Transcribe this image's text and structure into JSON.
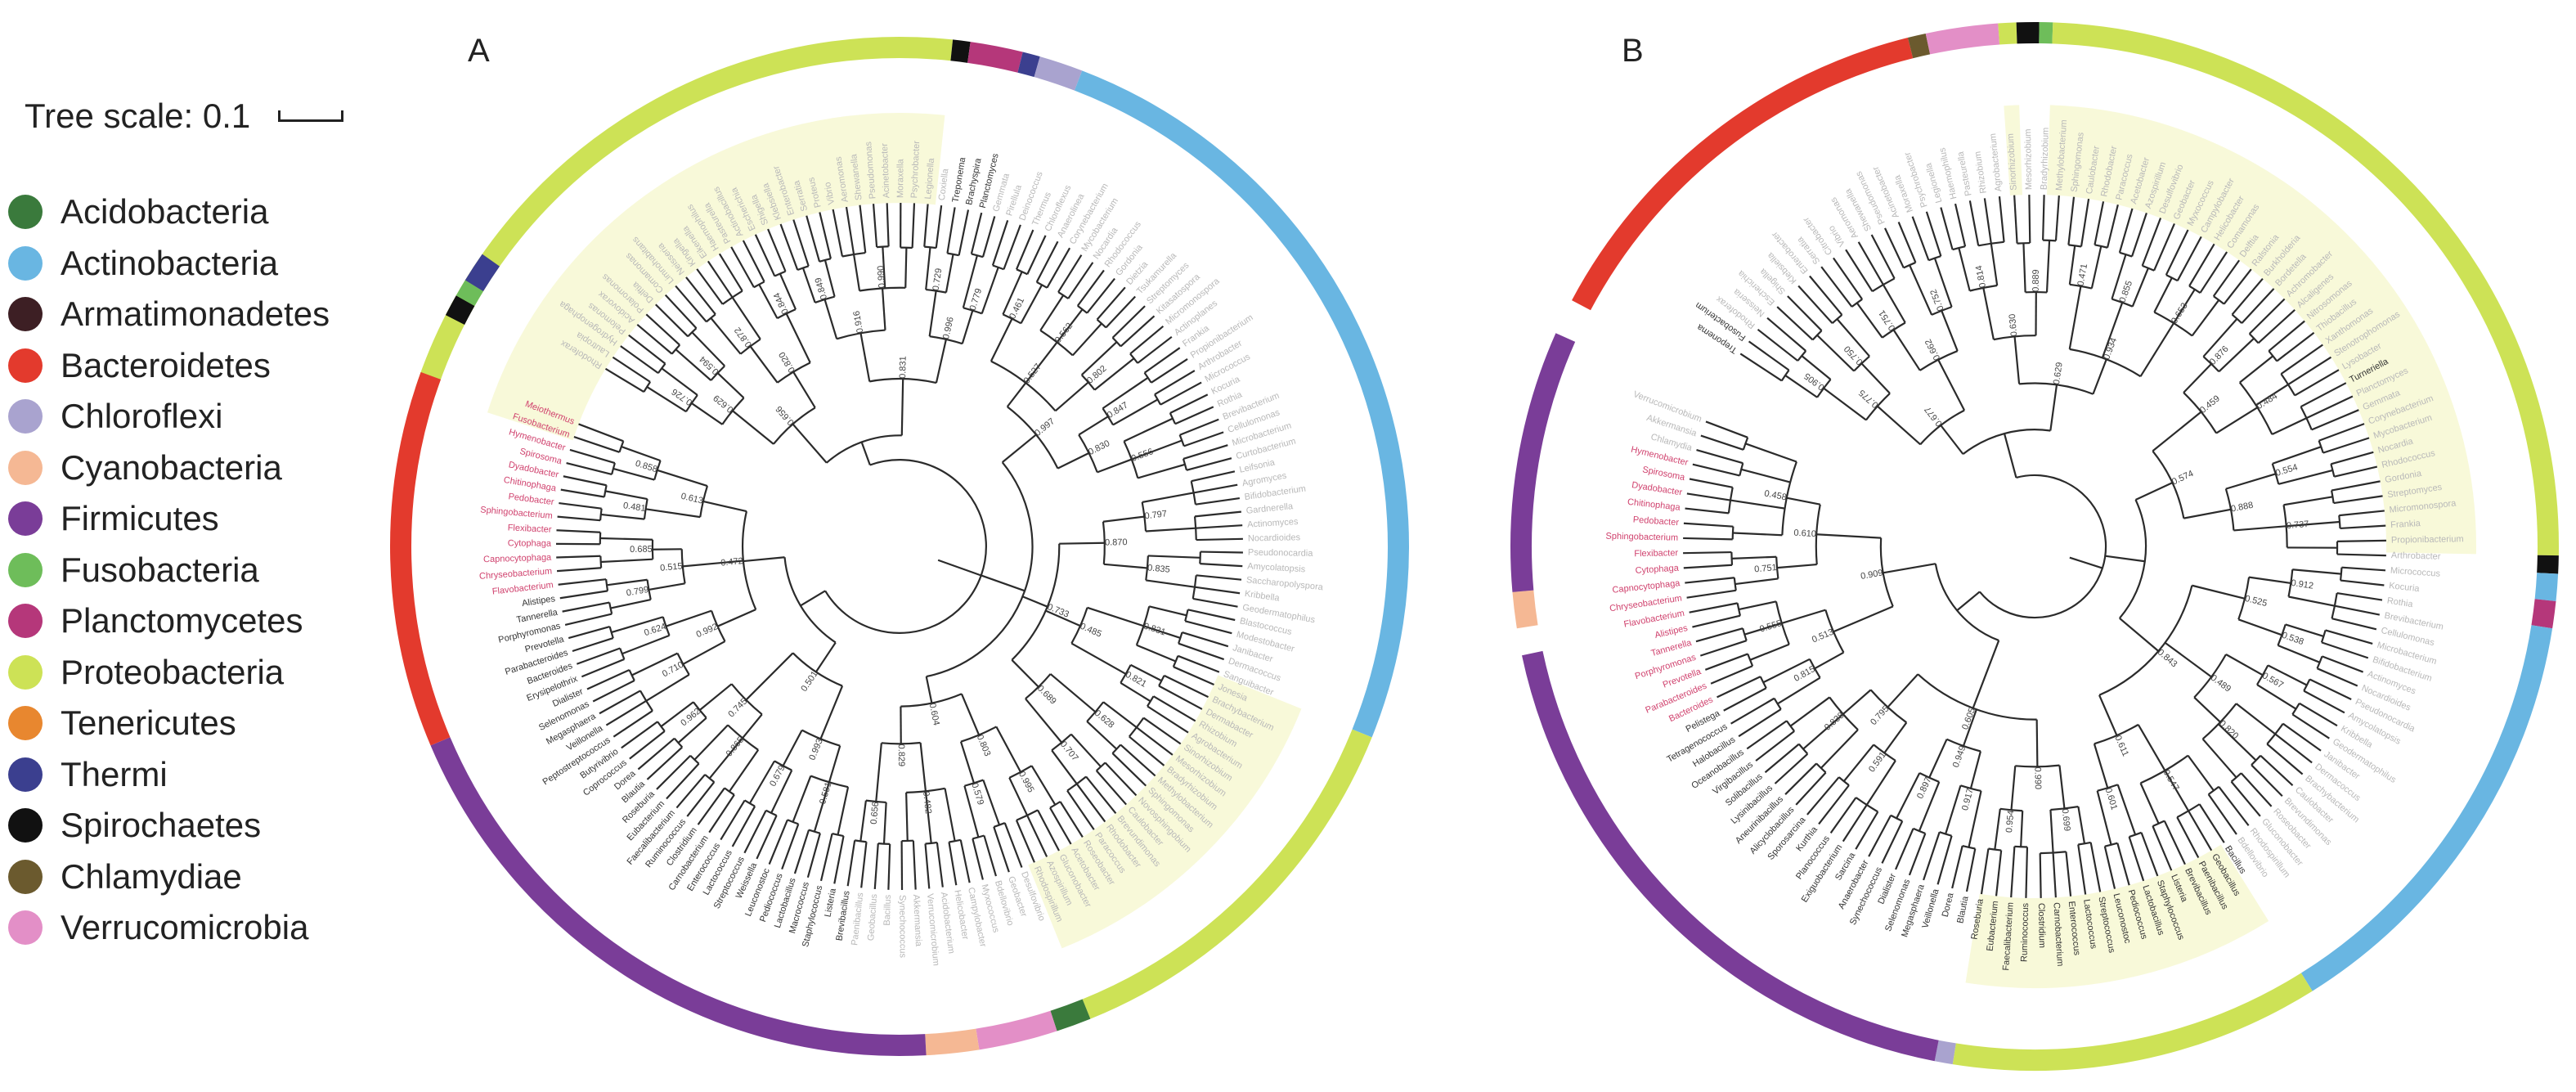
{
  "figure": {
    "tree_scale_label": "Tree scale: 0.1",
    "panels": [
      {
        "letter": "A",
        "ring": [
          {
            "phylum": "Proteobacteria",
            "color": "#cde256",
            "from": -72,
            "to": 6
          },
          {
            "phylum": "Spirochaetes",
            "color": "#111111",
            "from": 6,
            "to": 8
          },
          {
            "phylum": "Planctomycetes",
            "color": "#b5377a",
            "from": 8,
            "to": 14
          },
          {
            "phylum": "Thermi",
            "color": "#3b3f8f",
            "from": 14,
            "to": 16
          },
          {
            "phylum": "Chloroflexi",
            "color": "#a9a3cf",
            "from": 16,
            "to": 21
          },
          {
            "phylum": "Actinobacteria",
            "color": "#69b6e2",
            "from": 21,
            "to": 112
          },
          {
            "phylum": "Proteobacteria",
            "color": "#cde256",
            "from": 112,
            "to": 158
          },
          {
            "phylum": "Acidobacteria",
            "color": "#3a7a3c",
            "from": 158,
            "to": 162
          },
          {
            "phylum": "Verrucomicrobia",
            "color": "#e38fc7",
            "from": 162,
            "to": 171
          },
          {
            "phylum": "Cyanobacteria",
            "color": "#f5b894",
            "from": 171,
            "to": 177
          },
          {
            "phylum": "Firmicutes",
            "color": "#7a3d98",
            "from": 177,
            "to": 247
          },
          {
            "phylum": "Bacteroidetes",
            "color": "#e33a2d",
            "from": 247,
            "to": 290
          },
          {
            "phylum": "Spirochaetes",
            "color": "#111111",
            "from": 297,
            "to": 299.5
          },
          {
            "phylum": "Fusobacteria",
            "color": "#6ebd5a",
            "from": 299.5,
            "to": 301.5
          },
          {
            "phylum": "Thermi",
            "color": "#3b3f8f",
            "from": 301.5,
            "to": 305
          }
        ],
        "tip_labels": [
          "Rhodoferax",
          "Lautropia",
          "Hydrogenophaga",
          "Pelomonas",
          "Acidovorax",
          "Polaromonas",
          "Delftia",
          "Comamonas",
          "Limnohabitans",
          "Neisseria",
          "Kingella",
          "Eikenella",
          "Haemophilus",
          "Pasteurella",
          "Actinobacillus",
          "Escherichia",
          "Shigella",
          "Klebsiella",
          "Enterobacter",
          "Serratia",
          "Proteus",
          "Vibrio",
          "Aeromonas",
          "Shewanella",
          "Pseudomonas",
          "Acinetobacter",
          "Moraxella",
          "Psychrobacter",
          "Legionella",
          "Coxiella",
          "Treponema",
          "Brachyspira",
          "Planctomyces",
          "Gemmata",
          "Pirellula",
          "Deinococcus",
          "Thermus",
          "Chloroflexus",
          "Anaerolinea",
          "Corynebacterium",
          "Mycobacterium",
          "Nocardia",
          "Rhodococcus",
          "Gordonia",
          "Dietzia",
          "Tsukamurella",
          "Streptomyces",
          "Kitasatospora",
          "Micromonospora",
          "Actinoplanes",
          "Frankia",
          "Propionibacterium",
          "Arthrobacter",
          "Micrococcus",
          "Kocuria",
          "Rothia",
          "Brevibacterium",
          "Cellulomonas",
          "Microbacterium",
          "Curtobacterium",
          "Leifsonia",
          "Agromyces",
          "Bifidobacterium",
          "Gardnerella",
          "Actinomyces",
          "Nocardioides",
          "Pseudonocardia",
          "Amycolatopsis",
          "Saccharopolyspora",
          "Kribbella",
          "Geodermatophilus",
          "Blastococcus",
          "Modestobacter",
          "Janibacter",
          "Dermacoccus",
          "Sanguibacter",
          "Jonesia",
          "Brachybacterium",
          "Dermabacter",
          "Rhizobium",
          "Agrobacterium",
          "Sinorhizobium",
          "Mesorhizobium",
          "Bradyrhizobium",
          "Methylobacterium",
          "Sphingomonas",
          "Novosphingobium",
          "Caulobacter",
          "Brevundimonas",
          "Rhodobacter",
          "Paracoccus",
          "Roseobacter",
          "Acetobacter",
          "Gluconobacter",
          "Azospirillum",
          "Rhodospirillum",
          "Desulfovibrio",
          "Geobacter",
          "Bdellovibrio",
          "Myxococcus",
          "Campylobacter",
          "Helicobacter",
          "Acidobacterium",
          "Verrucomicrobium",
          "Akkermansia",
          "Synechococcus",
          "Bacillus",
          "Geobacillus",
          "Paenibacillus",
          "Brevibacillus",
          "Listeria",
          "Staphylococcus",
          "Macrococcus",
          "Lactobacillus",
          "Pediococcus",
          "Leuconostoc",
          "Weissella",
          "Streptococcus",
          "Lactococcus",
          "Enterococcus",
          "Carnobacterium",
          "Clostridium",
          "Ruminococcus",
          "Faecalibacterium",
          "Eubacterium",
          "Roseburia",
          "Blautia",
          "Dorea",
          "Coprococcus",
          "Butyrivibrio",
          "Peptostreptococcus",
          "Veillonella",
          "Megasphaera",
          "Selenomonas",
          "Dialister",
          "Erysipelothrix",
          "Bacteroides",
          "Parabacteroides",
          "Prevotella",
          "Porphyromonas",
          "Tannerella",
          "Alistipes",
          "Flavobacterium",
          "Chryseobacterium",
          "Capnocytophaga",
          "Cytophaga",
          "Flexibacter",
          "Sphingobacterium",
          "Pedobacter",
          "Chitinophaga",
          "Dyadobacter",
          "Spirosoma",
          "Hymenobacter",
          "Fusobacterium",
          "Meiothermus"
        ],
        "tip_label_colors": [
          {
            "from": 0,
            "to": 30,
            "color": "#b8b8b8"
          },
          {
            "from": 30,
            "to": 33,
            "color": "#333333"
          },
          {
            "from": 33,
            "to": 109,
            "color": "#b8b8b8"
          },
          {
            "from": 109,
            "to": 142,
            "color": "#333333"
          },
          {
            "from": 142,
            "to": 160,
            "color": "#d0426e"
          },
          {
            "from": 160,
            "to": 164,
            "color": "#333333"
          }
        ]
      },
      {
        "letter": "B",
        "ring": [
          {
            "phylum": "Bacteroidetes",
            "color": "#e33a2d",
            "from": -62,
            "to": -14
          },
          {
            "phylum": "Chlamydiae",
            "color": "#6b5a2e",
            "from": -14,
            "to": -12
          },
          {
            "phylum": "Verrucomicrobia",
            "color": "#e38fc7",
            "from": -12,
            "to": -4
          },
          {
            "phylum": "Proteobacteria",
            "color": "#cde256",
            "from": -4,
            "to": -2
          },
          {
            "phylum": "Spirochaetes",
            "color": "#111111",
            "from": -2,
            "to": 0.5
          },
          {
            "phylum": "Fusobacteria",
            "color": "#6ebd5a",
            "from": 0.5,
            "to": 2
          },
          {
            "phylum": "Proteobacteria",
            "color": "#cde256",
            "from": 2,
            "to": 91
          },
          {
            "phylum": "Spirochaetes",
            "color": "#111111",
            "from": 91,
            "to": 93
          },
          {
            "phylum": "Actinobacteria",
            "color": "#69b6e2",
            "from": 93,
            "to": 96
          },
          {
            "phylum": "Planctomycetes",
            "color": "#b5377a",
            "from": 96,
            "to": 99
          },
          {
            "phylum": "Actinobacteria",
            "color": "#69b6e2",
            "from": 99,
            "to": 148
          },
          {
            "phylum": "Proteobacteria",
            "color": "#cde256",
            "from": 148,
            "to": 189
          },
          {
            "phylum": "Chloroflexi",
            "color": "#a9a3cf",
            "from": 189,
            "to": 191
          },
          {
            "phylum": "Firmicutes",
            "color": "#7a3d98",
            "from": 191,
            "to": 258
          },
          {
            "phylum": "Cyanobacteria",
            "color": "#f5b894",
            "from": 261,
            "to": 265
          },
          {
            "phylum": "Firmicutes",
            "color": "#7a3d98",
            "from": 265,
            "to": 294
          }
        ],
        "tip_labels": [
          "Treponema",
          "Fusobacterium",
          "Rhodoferax",
          "Neisseria",
          "Escherichia",
          "Shigella",
          "Klebsiella",
          "Enterobacter",
          "Serratia",
          "Citrobacter",
          "Vibrio",
          "Aeromonas",
          "Shewanella",
          "Pseudomonas",
          "Acinetobacter",
          "Moraxella",
          "Psychrobacter",
          "Legionella",
          "Haemophilus",
          "Pasteurella",
          "Rhizobium",
          "Agrobacterium",
          "Sinorhizobium",
          "Mesorhizobium",
          "Bradyrhizobium",
          "Methylobacterium",
          "Sphingomonas",
          "Caulobacter",
          "Rhodobacter",
          "Paracoccus",
          "Acetobacter",
          "Azospirillum",
          "Desulfovibrio",
          "Geobacter",
          "Myxococcus",
          "Campylobacter",
          "Helicobacter",
          "Comamonas",
          "Delftia",
          "Ralstonia",
          "Burkholderia",
          "Bordetella",
          "Achromobacter",
          "Alcaligenes",
          "Nitrosomonas",
          "Thiobacillus",
          "Xanthomonas",
          "Stenotrophomonas",
          "Lysobacter",
          "Turneriella",
          "Planctomyces",
          "Gemmata",
          "Corynebacterium",
          "Mycobacterium",
          "Nocardia",
          "Rhodococcus",
          "Gordonia",
          "Streptomyces",
          "Micromonospora",
          "Frankia",
          "Propionibacterium",
          "Arthrobacter",
          "Micrococcus",
          "Kocuria",
          "Rothia",
          "Brevibacterium",
          "Cellulomonas",
          "Microbacterium",
          "Bifidobacterium",
          "Actinomyces",
          "Nocardioides",
          "Pseudonocardia",
          "Amycolatopsis",
          "Kribbella",
          "Geodermatophilus",
          "Janibacter",
          "Dermacoccus",
          "Brachybacterium",
          "Caulobacter",
          "Brevundimonas",
          "Roseobacter",
          "Gluconobacter",
          "Rhodospirillum",
          "Bdellovibrio",
          "Bacillus",
          "Geobacillus",
          "Paenibacillus",
          "Brevibacillus",
          "Listeria",
          "Staphylococcus",
          "Lactobacillus",
          "Pediococcus",
          "Leuconostoc",
          "Streptococcus",
          "Lactococcus",
          "Enterococcus",
          "Carnobacterium",
          "Clostridium",
          "Ruminococcus",
          "Faecalibacterium",
          "Eubacterium",
          "Roseburia",
          "Blautia",
          "Dorea",
          "Veillonella",
          "Megasphaera",
          "Selenomonas",
          "Dialister",
          "Synechococcus",
          "Anaerobacter",
          "Sarcina",
          "Exiguobacterium",
          "Planococcus",
          "Kurthia",
          "Sporosarcina",
          "Alicyclobacillus",
          "Aneurinibacillus",
          "Lysinibacillus",
          "Solibacillus",
          "Virgibacillus",
          "Oceanobacillus",
          "Halobacillus",
          "Tetragenococcus",
          "Pelistega",
          "Bacteroides",
          "Parabacteroides",
          "Prevotella",
          "Porphyromonas",
          "Tannerella",
          "Alistipes",
          "Flavobacterium",
          "Chryseobacterium",
          "Capnocytophaga",
          "Cytophaga",
          "Flexibacter",
          "Sphingobacterium",
          "Pedobacter",
          "Chitinophaga",
          "Dyadobacter",
          "Spirosoma",
          "Hymenobacter",
          "Chlamydia",
          "Akkermansia",
          "Verrucomicrobium"
        ],
        "tip_label_colors": [
          {
            "from": 0,
            "to": 2,
            "color": "#333333"
          },
          {
            "from": 2,
            "to": 49,
            "color": "#b8b8b8"
          },
          {
            "from": 49,
            "to": 50,
            "color": "#333333"
          },
          {
            "from": 50,
            "to": 84,
            "color": "#b8b8b8"
          },
          {
            "from": 84,
            "to": 124,
            "color": "#333333"
          },
          {
            "from": 124,
            "to": 141,
            "color": "#d0426e"
          },
          {
            "from": 141,
            "to": 144,
            "color": "#b8b8b8"
          }
        ]
      }
    ]
  },
  "legend": [
    {
      "label": "Acidobacteria",
      "color": "#3a7a3c"
    },
    {
      "label": "Actinobacteria",
      "color": "#69b6e2"
    },
    {
      "label": "Armatimonadetes",
      "color": "#3d1f24"
    },
    {
      "label": "Bacteroidetes",
      "color": "#e33a2d"
    },
    {
      "label": "Chloroflexi",
      "color": "#a9a3cf"
    },
    {
      "label": "Cyanobacteria",
      "color": "#f5b894"
    },
    {
      "label": "Firmicutes",
      "color": "#7a3d98"
    },
    {
      "label": "Fusobacteria",
      "color": "#6ebd5a"
    },
    {
      "label": "Planctomycetes",
      "color": "#b5377a"
    },
    {
      "label": "Proteobacteria",
      "color": "#cde256"
    },
    {
      "label": "Tenericutes",
      "color": "#e8872f"
    },
    {
      "label": "Thermi",
      "color": "#3b3f8f"
    },
    {
      "label": "Spirochaetes",
      "color": "#111111"
    },
    {
      "label": "Chlamydiae",
      "color": "#6b5a2e"
    },
    {
      "label": "Verrucomicrobia",
      "color": "#e38fc7"
    }
  ]
}
